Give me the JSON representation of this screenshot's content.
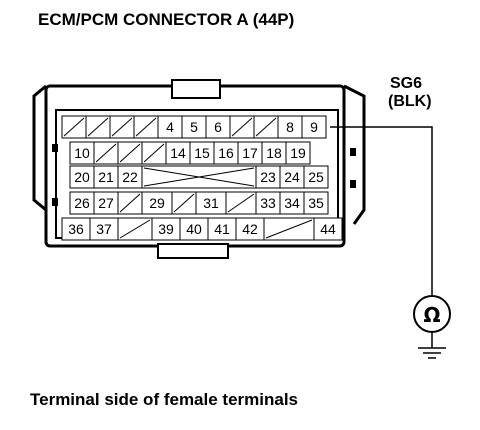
{
  "title": "ECM/PCM CONNECTOR A (44P)",
  "caption": "Terminal side of female terminals",
  "probe": {
    "label": "SG6",
    "wire": "(BLK)",
    "meter_symbol": "Ω"
  },
  "rows": [
    [
      "",
      "",
      "",
      "4",
      "5",
      "6",
      "",
      "8",
      "9"
    ],
    [
      "10",
      "",
      "",
      "",
      "14",
      "15",
      "16",
      "17",
      "18",
      "19"
    ],
    [
      "20",
      "21",
      "22",
      "",
      "",
      "",
      "",
      "23",
      "24",
      "25"
    ],
    [
      "26",
      "27",
      "",
      "29",
      "",
      "31",
      "",
      "33",
      "34",
      "35"
    ],
    [
      "36",
      "37",
      "",
      "39",
      "40",
      "41",
      "42",
      "",
      "44"
    ]
  ]
}
